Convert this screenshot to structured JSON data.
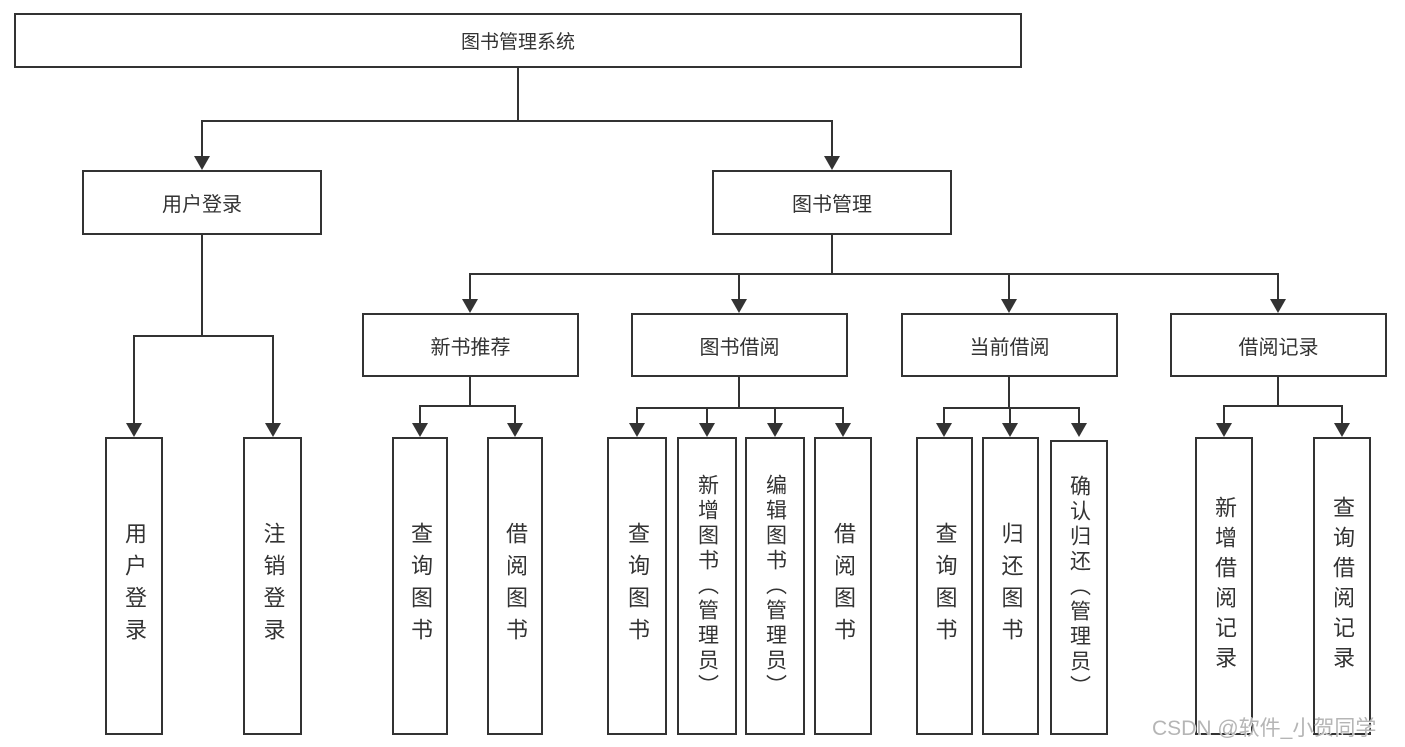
{
  "diagram_type": "hierarchy-tree",
  "colors": {
    "line": "#333333",
    "text": "#333333",
    "background": "#ffffff",
    "watermark": "#b5b5b5"
  },
  "nodes": {
    "root": {
      "label": "图书管理系统"
    },
    "user_login_branch": {
      "label": "用户登录",
      "children": [
        {
          "label": "用户登录"
        },
        {
          "label": "注销登录"
        }
      ]
    },
    "book_mgmt_branch": {
      "label": "图书管理",
      "children": [
        {
          "label": "新书推荐",
          "children": [
            {
              "label": "查询图书"
            },
            {
              "label": "借阅图书"
            }
          ]
        },
        {
          "label": "图书借阅",
          "children": [
            {
              "label": "查询图书"
            },
            {
              "label": "新增图书（管理员）"
            },
            {
              "label": "编辑图书（管理员）"
            },
            {
              "label": "借阅图书"
            }
          ]
        },
        {
          "label": "当前借阅",
          "children": [
            {
              "label": "查询图书"
            },
            {
              "label": "归还图书"
            },
            {
              "label": "确认归还（管理员）"
            }
          ]
        },
        {
          "label": "借阅记录",
          "children": [
            {
              "label": "新增借阅记录"
            },
            {
              "label": "查询借阅记录"
            }
          ]
        }
      ]
    }
  },
  "watermark": {
    "text": "CSDN @软件_小贺同学"
  }
}
